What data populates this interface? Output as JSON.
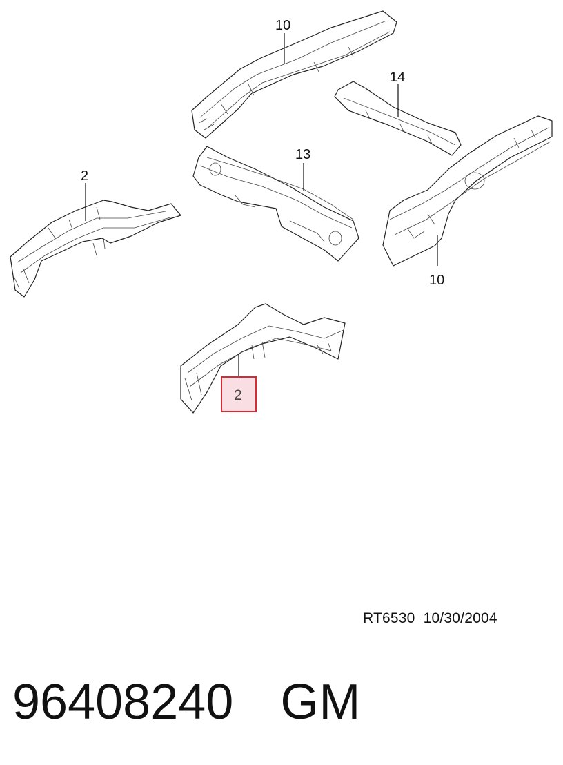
{
  "callouts": {
    "rear_rail_top": "10",
    "rear_crossmember": "14",
    "front_rail_left": "2",
    "floor_crossmember": "13",
    "rear_rail_right": "10",
    "front_rail_highlighted": "2"
  },
  "reference": {
    "code": "RT6530",
    "date": "10/30/2004"
  },
  "footer": {
    "part_number": "96408240",
    "brand": "GM"
  },
  "colors": {
    "highlight_fill": "#f9dfe3",
    "highlight_border": "#d62a35"
  }
}
